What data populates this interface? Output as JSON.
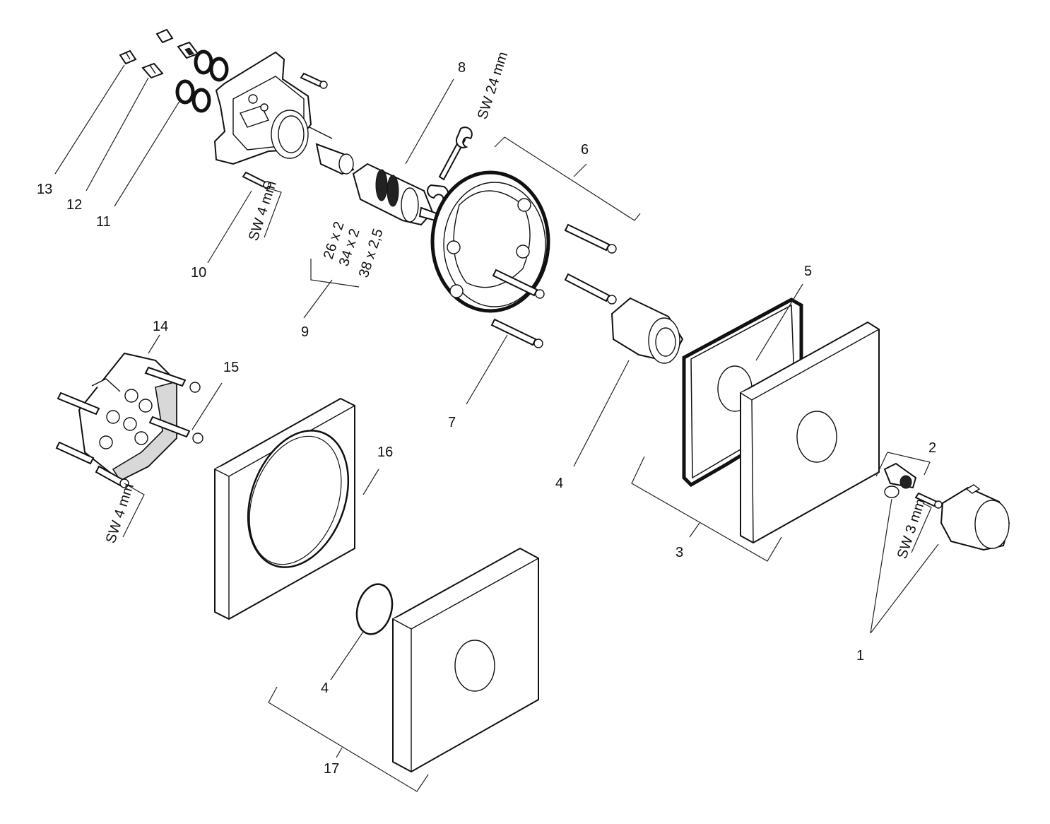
{
  "labels": {
    "p1": "1",
    "p2": "2",
    "p3": "3",
    "p4a": "4",
    "p4b": "4",
    "p5": "5",
    "p6": "6",
    "p7": "7",
    "p8": "8",
    "p9": "9",
    "p10": "10",
    "p11": "11",
    "p12": "12",
    "p13": "13",
    "p14": "14",
    "p15": "15",
    "p16": "16",
    "p17": "17"
  },
  "dimensions": {
    "sw24": "SW 24 mm",
    "sw4a": "SW 4 mm",
    "sw4b": "SW 4 mm",
    "sw3": "SW 3 mm",
    "oring1": "26 x 2",
    "oring2": "34 x 2",
    "oring3": "38 x 2,5"
  }
}
